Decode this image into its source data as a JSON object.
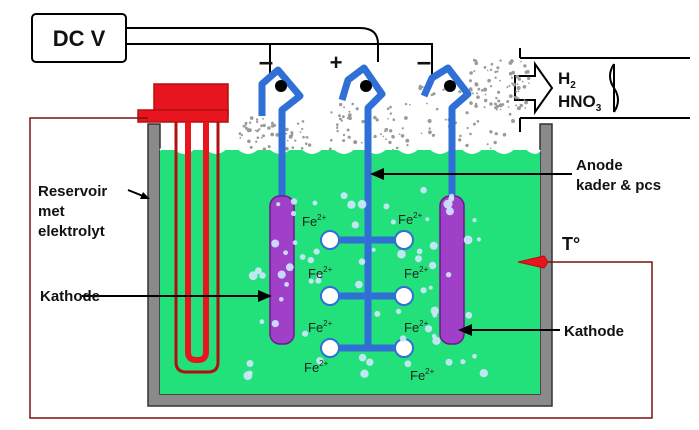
{
  "power_supply": {
    "label": "DC V"
  },
  "polarity": {
    "left": "–",
    "center": "+",
    "right": "–"
  },
  "exhaust": {
    "gas1_main": "H",
    "gas1_sub": "2",
    "gas2_main": "HNO",
    "gas2_sub": "3"
  },
  "labels": {
    "reservoir_line1": "Reservoir",
    "reservoir_line2": "met",
    "reservoir_line3": "elektrolyt",
    "anode_line1": "Anode",
    "anode_line2": "kader & pcs",
    "cathode_left": "Kathode",
    "cathode_right": "Kathode",
    "temperature": "T°"
  },
  "ions": {
    "symbol": "Fe",
    "charge": "2+"
  },
  "colors": {
    "electrolyte": "#22e07a",
    "tank_wall": "#8a8a8a",
    "electrode_blue": "#2f6fd6",
    "cathode_purple": "#a040c8",
    "heater_red": "#e8141e",
    "heater_outline": "#b21010",
    "wire": "#7a1010"
  }
}
